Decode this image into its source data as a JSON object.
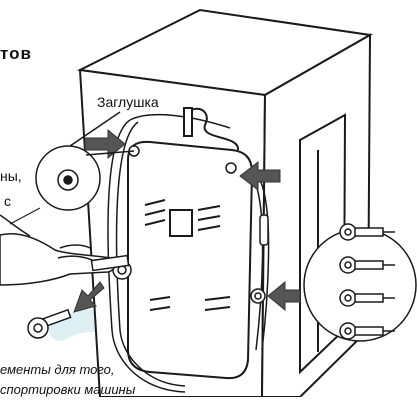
{
  "page": {
    "heading_fragment": "тов",
    "plug_label": "Заглушка",
    "left_text_line1": "ны,",
    "left_text_line2": "с",
    "note_line1": "ементы для того,",
    "note_line2": "спортировки машины"
  },
  "colors": {
    "watermark": "#d9eef2",
    "line": "#1a1a1a",
    "arrow": "#555555"
  }
}
